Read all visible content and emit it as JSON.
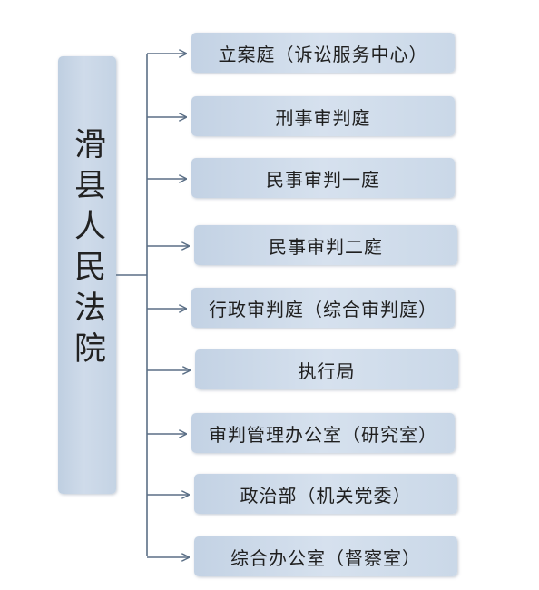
{
  "root": {
    "label": "滑县人民法院"
  },
  "departments": [
    {
      "label": "立案庭（诉讼服务中心）"
    },
    {
      "label": "刑事审判庭"
    },
    {
      "label": "民事审判一庭"
    },
    {
      "label": "民事审判二庭"
    },
    {
      "label": "行政审判庭（综合审判庭）"
    },
    {
      "label": "执行局"
    },
    {
      "label": "审判管理办公室（研究室）"
    },
    {
      "label": "政治部（机关党委）"
    },
    {
      "label": "综合办公室（督察室）"
    }
  ],
  "colors": {
    "box_fill": "#cfdbea",
    "connector": "#5b6f86",
    "text": "#222222"
  }
}
